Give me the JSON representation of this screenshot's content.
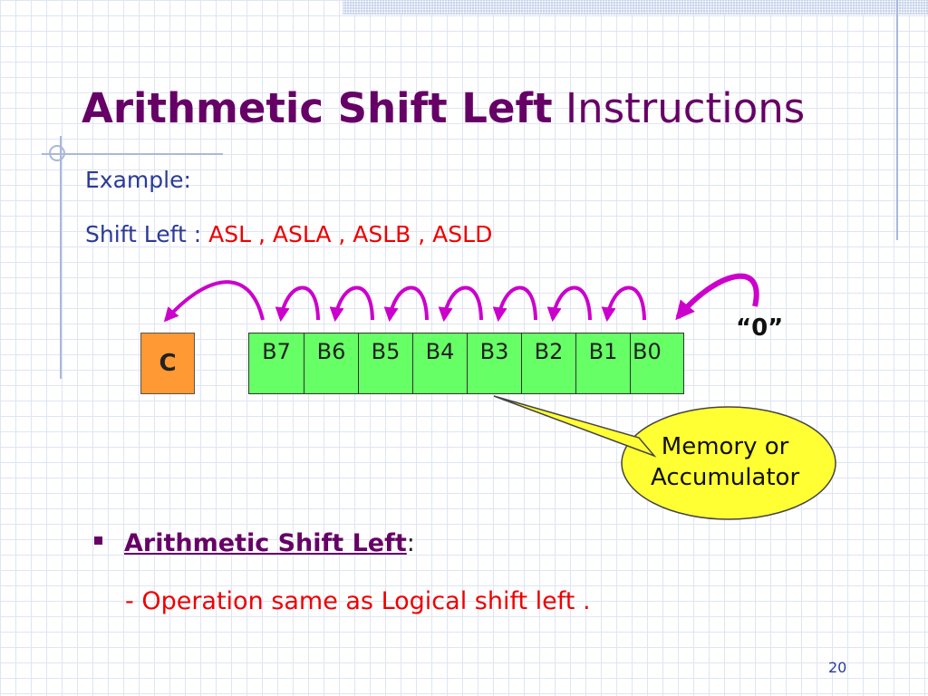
{
  "slide": {
    "title_bold": "Arithmetic Shift Left",
    "title_rest": " Instructions",
    "example_label": "Example:",
    "shift_label": "Shift Left : ",
    "instructions": "ASL ,  ASLA ,  ASLB ,  ASLD",
    "carry_label": "C",
    "bits": [
      "B7",
      "B6",
      "B5",
      "B4",
      "B3",
      "B2",
      "B1",
      "B0"
    ],
    "zero_label": "“0”",
    "callout_line1": "Memory or",
    "callout_line2": "Accumulator",
    "bullet_heading": "Arithmetic Shift Left",
    "bullet_colon": ":",
    "operation_text": "- Operation same as Logical shift left .",
    "page_number": "20"
  },
  "colors": {
    "title": "#660066",
    "text_blue": "#2b3a98",
    "accent_red": "#ee0000",
    "carry_fill": "#ff9933",
    "bit_fill": "#66ff66",
    "arrow": "#cc00cc",
    "callout_fill": "#ffff33"
  },
  "icons": {
    "arrow": "curved-shift-arrow-icon",
    "bullet": "square-bullet-icon"
  }
}
